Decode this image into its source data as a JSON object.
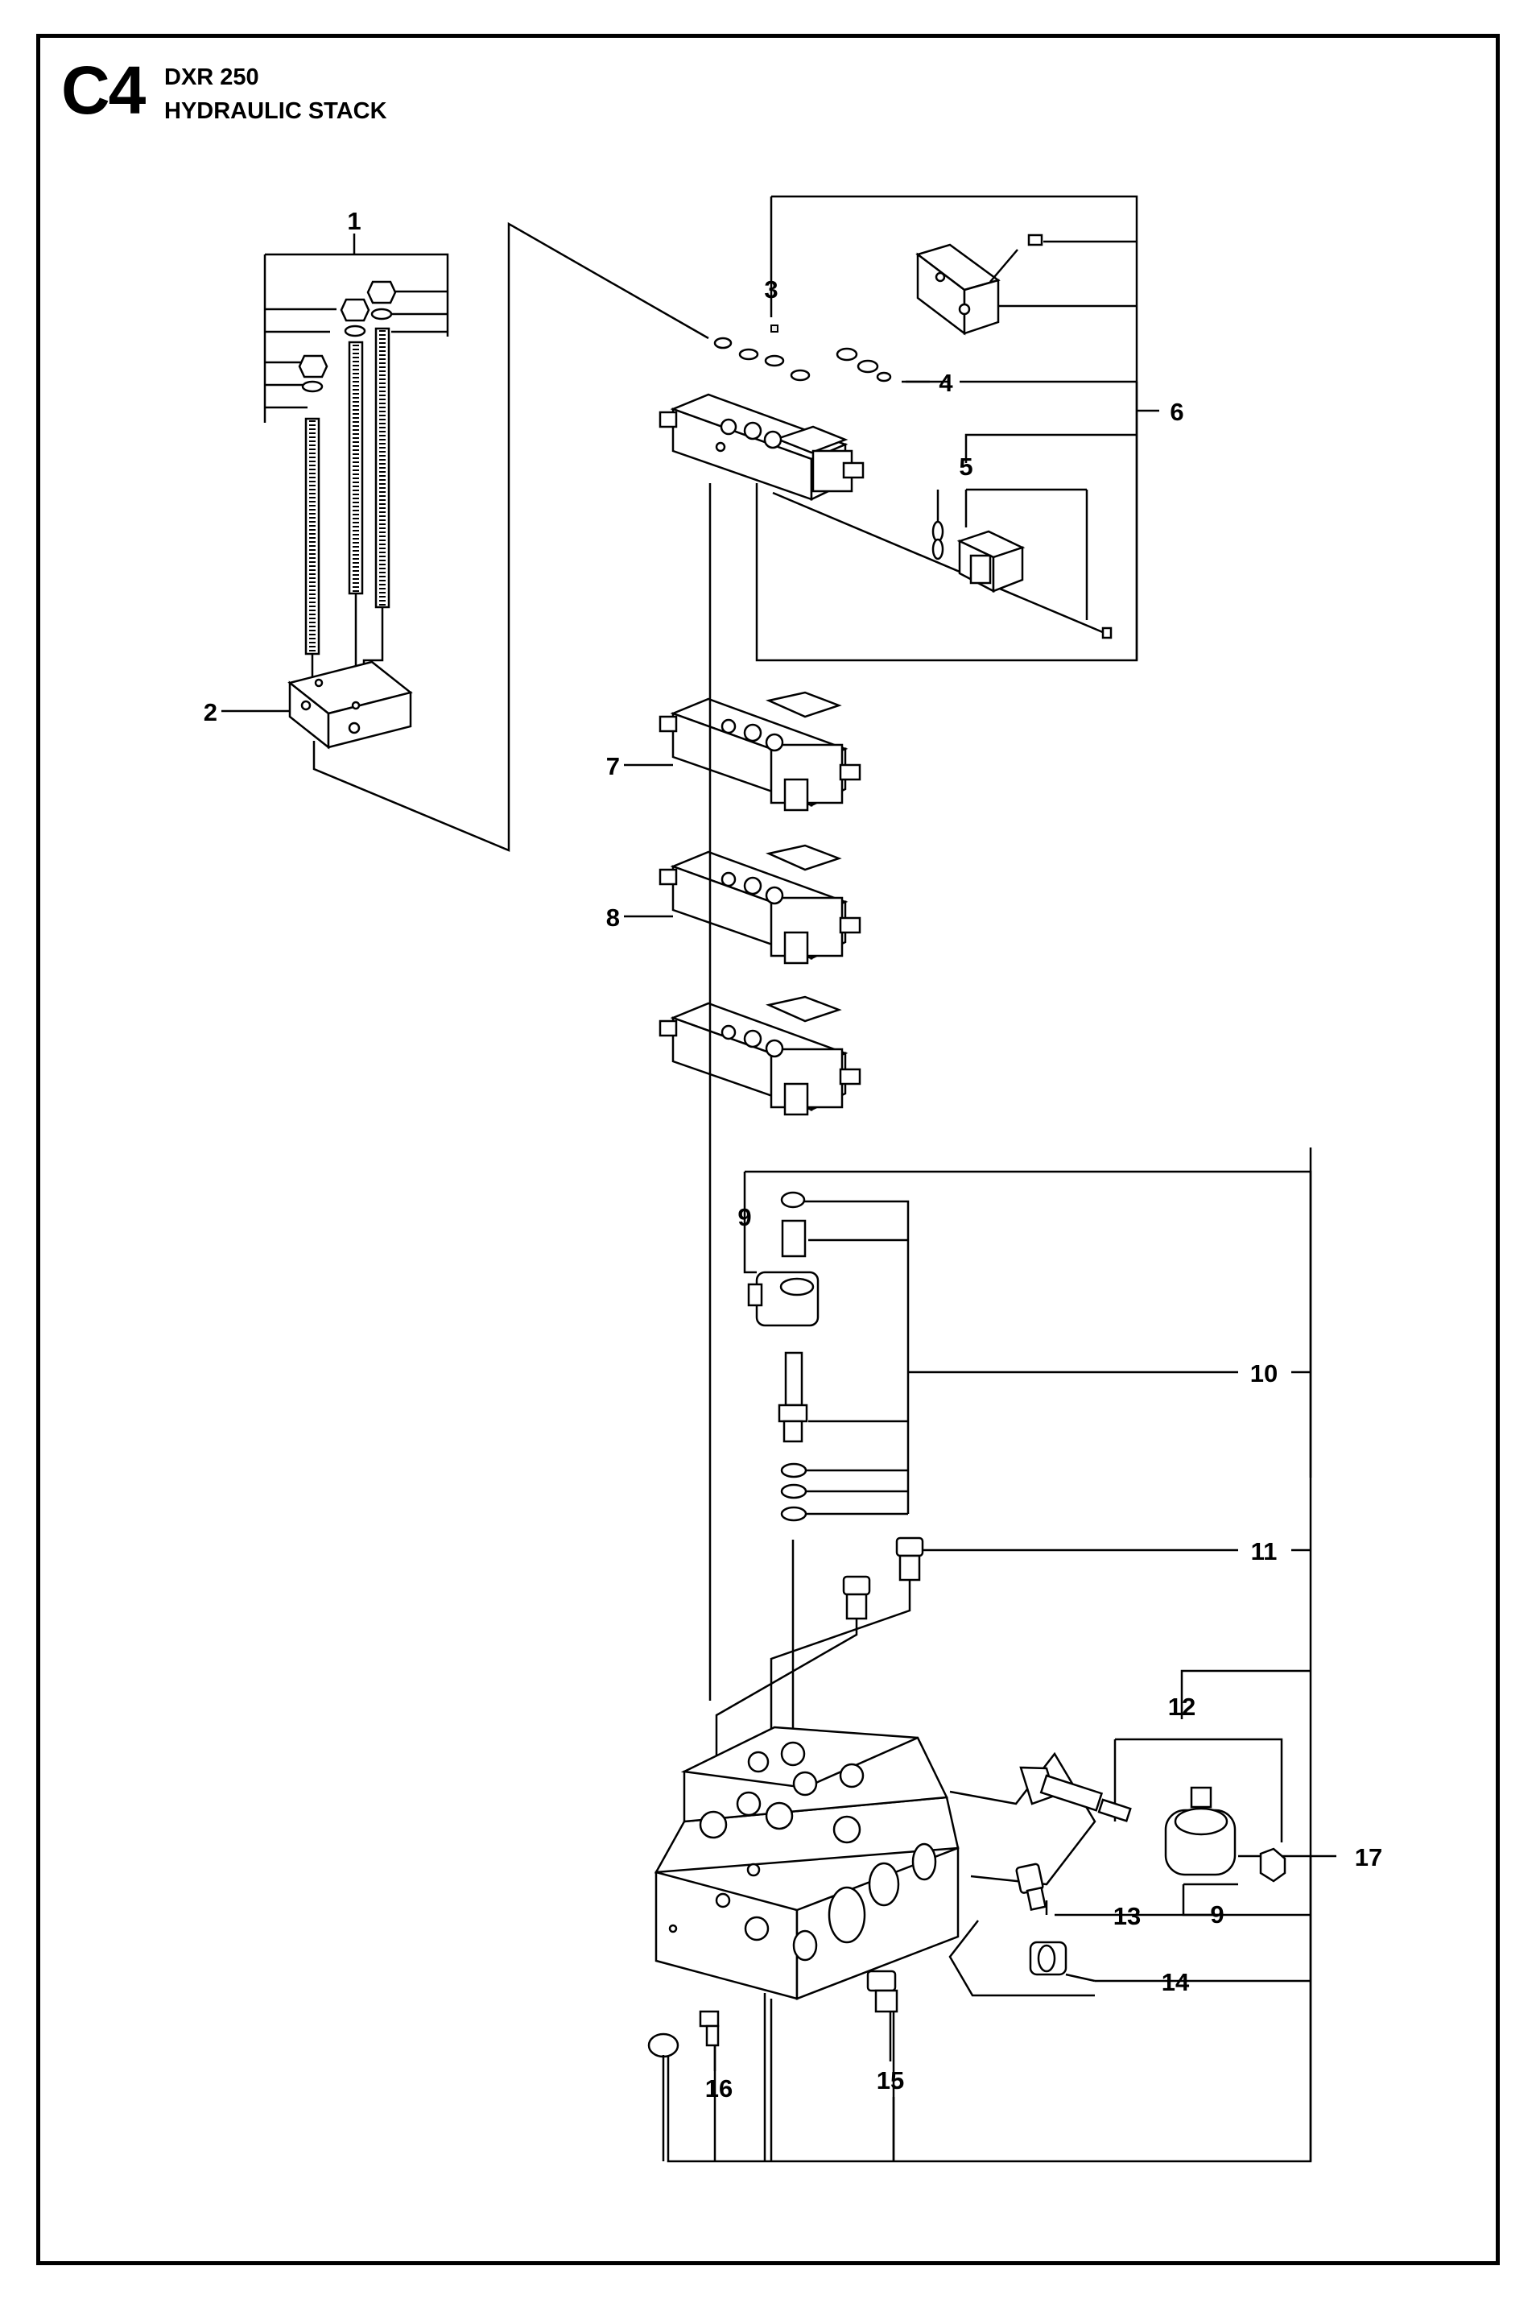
{
  "header": {
    "section_code": "C4",
    "model": "DXR 250",
    "title": "HYDRAULIC STACK"
  },
  "callouts": [
    "1",
    "2",
    "3",
    "4",
    "5",
    "6",
    "7",
    "8",
    "9",
    "9",
    "10",
    "11",
    "12",
    "13",
    "14",
    "15",
    "16",
    "17"
  ]
}
